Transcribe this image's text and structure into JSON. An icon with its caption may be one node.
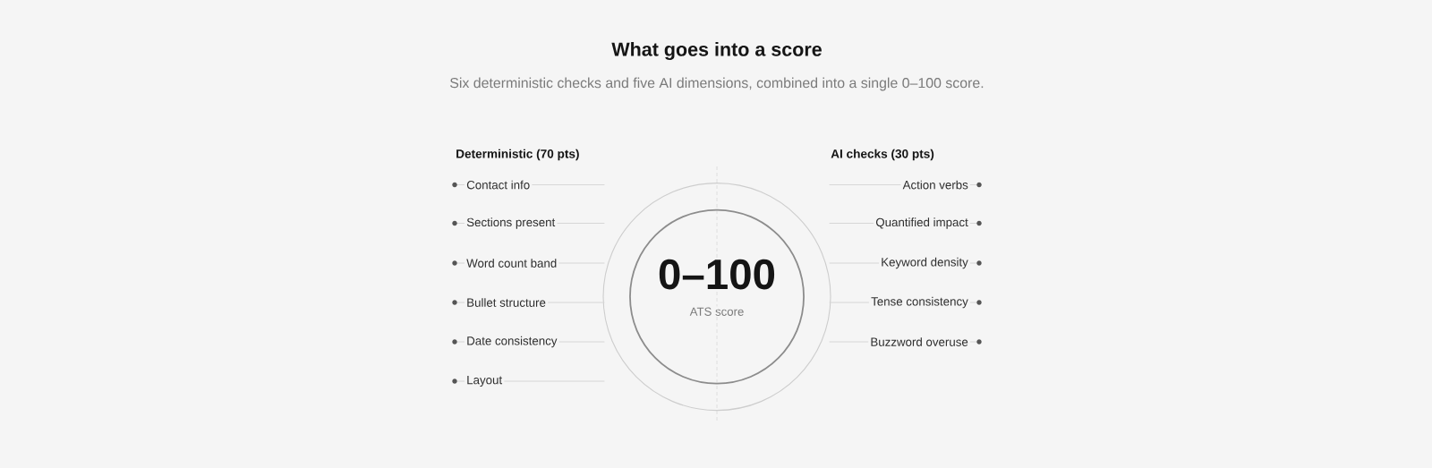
{
  "diagram": {
    "title": "What goes into a score",
    "caption": "Six deterministic checks and five AI dimensions, combined into a single 0–100 score.",
    "nodes": [
      {
        "text": [
          "Contact info"
        ]
      },
      {
        "text": [
          "Sections present"
        ]
      },
      {
        "text": [
          "Word count band"
        ]
      },
      {
        "text": [
          "Bullet structure"
        ]
      },
      {
        "text": [
          "Date consistency"
        ]
      },
      {
        "text": [
          "Layout"
        ]
      },
      {
        "text": [],
        "shape": "circle"
      },
      {
        "text": [
          "0–100",
          "ATS score"
        ],
        "in": 6
      },
      {
        "text": [
          "Action verbs"
        ]
      },
      {
        "text": [
          "Quantified impact"
        ]
      },
      {
        "text": [
          "Keyword density"
        ]
      },
      {
        "text": [
          "Tense consistency"
        ]
      },
      {
        "text": [
          "Buzzword overuse"
        ]
      }
    ],
    "edges": [
      {
        "from": 0,
        "to": 6,
        "arrow": "none"
      },
      {
        "from": 1,
        "to": 6,
        "arrow": "none"
      },
      {
        "from": 2,
        "to": 6,
        "arrow": "none"
      },
      {
        "from": 3,
        "to": 6,
        "arrow": "none"
      },
      {
        "from": 4,
        "to": 6,
        "arrow": "none"
      },
      {
        "from": 5,
        "to": 6,
        "arrow": "none"
      },
      {
        "from": 8,
        "to": 6,
        "arrow": "none"
      },
      {
        "from": 9,
        "to": 6,
        "arrow": "none"
      },
      {
        "from": 10,
        "to": 6,
        "arrow": "none"
      },
      {
        "from": 11,
        "to": 6,
        "arrow": "none"
      },
      {
        "from": 12,
        "to": 6,
        "arrow": "none"
      }
    ],
    "labels": [
      "Deterministic (70 pts)",
      "AI checks (30 pts)"
    ]
  }
}
